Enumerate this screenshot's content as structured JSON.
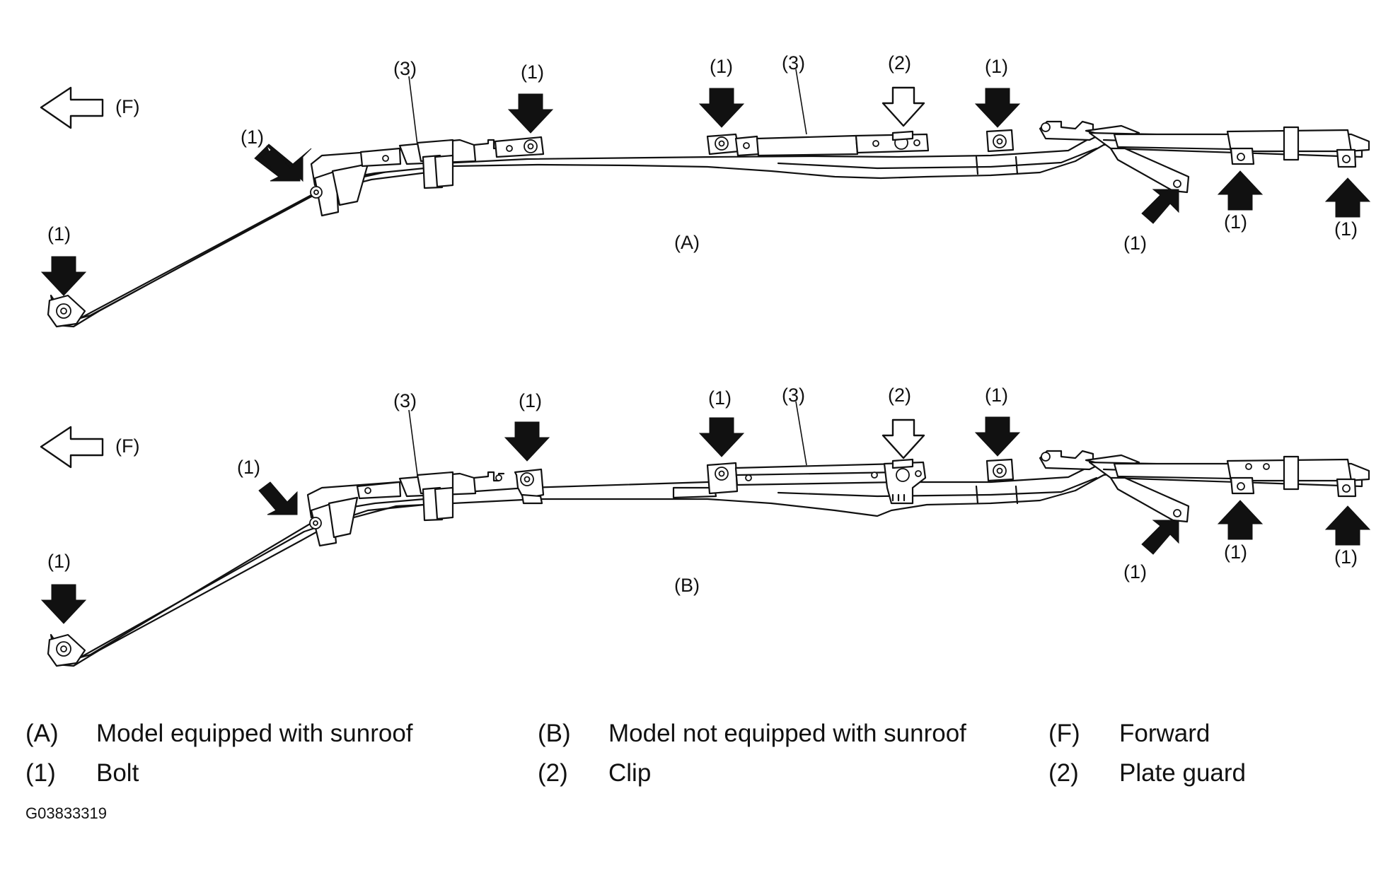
{
  "diagram": {
    "labels": {
      "bolt": "(1)",
      "clip": "(2)",
      "airbag": "(3)",
      "forward": "(F)",
      "view_a": "(A)",
      "view_b": "(B)"
    },
    "arrow_icon": "forward-arrow-icon"
  },
  "legend": {
    "rows": [
      [
        {
          "key": "(A)",
          "text": "Model equipped with sunroof"
        },
        {
          "key": "(B)",
          "text": "Model not equipped with sunroof"
        },
        {
          "key": "(F)",
          "text": "Forward"
        }
      ],
      [
        {
          "key": "(1)",
          "text": "Bolt"
        },
        {
          "key": "(2)",
          "text": "Clip"
        },
        {
          "key": "(2)",
          "text": "Plate guard"
        }
      ]
    ]
  },
  "figure_code": "G03833319"
}
